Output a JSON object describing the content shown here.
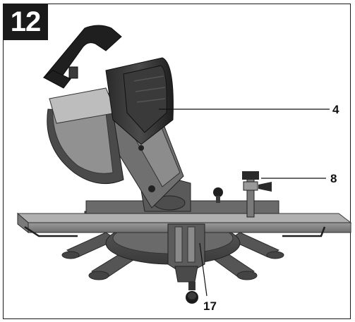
{
  "figure": {
    "number": "12",
    "callouts": {
      "motor_housing": "4",
      "depth_stop": "8",
      "locking_knob": "17"
    }
  },
  "colors": {
    "ink": "#1a1a1a",
    "background": "#ffffff"
  }
}
